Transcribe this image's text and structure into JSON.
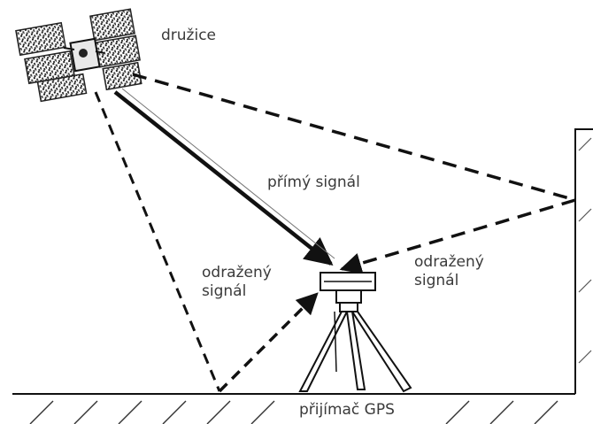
{
  "labels": {
    "satellite": "družice",
    "direct_signal": "přímý signál",
    "reflected_left": [
      "odražený",
      "signál"
    ],
    "reflected_right": [
      "odražený",
      "signál"
    ],
    "receiver": "přijímač GPS"
  },
  "colors": {
    "ink": "#111111",
    "text": "#3a3a3a",
    "background": "#ffffff"
  },
  "icons": {
    "satellite": "satellite-icon",
    "receiver": "gps-receiver-icon",
    "building": "building-wall",
    "ground": "ground-hatching"
  }
}
